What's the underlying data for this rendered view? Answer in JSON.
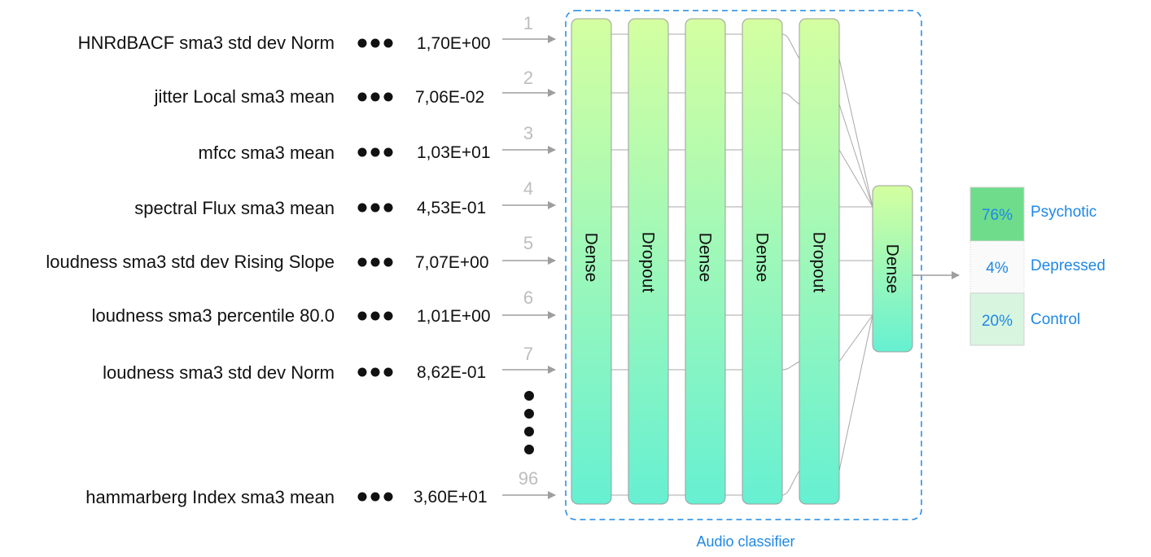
{
  "features": [
    {
      "label": "HNRdBACF sma3 std dev Norm",
      "value": "1,70E+00",
      "index": "1"
    },
    {
      "label": "jitter Local sma3 mean",
      "value": "7,06E-02",
      "index": "2"
    },
    {
      "label": "mfcc sma3 mean",
      "value": "1,03E+01",
      "index": "3"
    },
    {
      "label": "spectral Flux sma3 mean",
      "value": "4,53E-01",
      "index": "4"
    },
    {
      "label": "loudness sma3 std dev Rising Slope",
      "value": "7,07E+00",
      "index": "5"
    },
    {
      "label": "loudness sma3 percentile 80.0",
      "value": "1,01E+00",
      "index": "6"
    },
    {
      "label": "loudness sma3 std dev Norm",
      "value": "8,62E-01",
      "index": "7"
    },
    {
      "label": "hammarberg Index sma3 mean",
      "value": "3,60E+01",
      "index": "96"
    }
  ],
  "layers": [
    "Dense",
    "Dropout",
    "Dense",
    "Dense",
    "Dropout",
    "Dense"
  ],
  "outputs": [
    {
      "percent": "76%",
      "label": "Psychotic",
      "fill": 0.76
    },
    {
      "percent": "4%",
      "label": "Depressed",
      "fill": 0.04
    },
    {
      "percent": "20%",
      "label": "Control",
      "fill": 0.2
    }
  ],
  "caption": "Audio classifier",
  "colors": {
    "layer_top": "#d4ffa0",
    "layer_bottom": "#66f0d2",
    "accent": "#1e88e5",
    "arrow": "#9e9e9e",
    "psychotic": "#6fdc8c",
    "depressed": "#fafafa",
    "control": "#d8f5e0"
  }
}
